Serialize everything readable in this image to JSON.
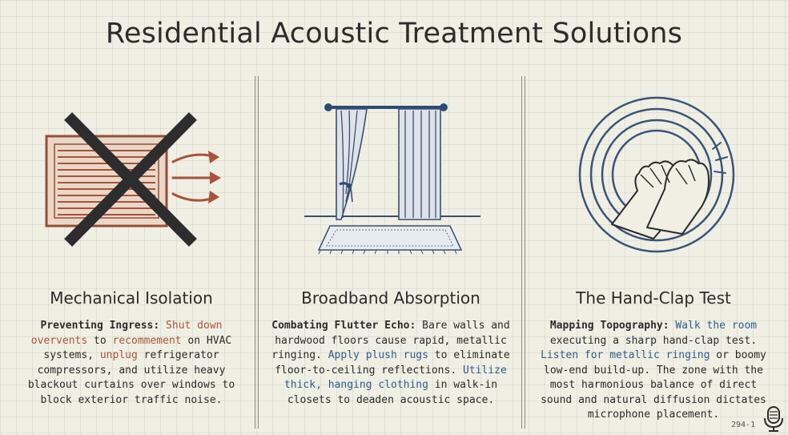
{
  "title": "Residential Acoustic Treatment Solutions",
  "columns": [
    {
      "heading": "Mechanical Isolation",
      "segments": [
        {
          "text": "Preventing Ingress: ",
          "style": "lead"
        },
        {
          "text": "Shut down overvents",
          "style": "acc-red"
        },
        {
          "text": " to ",
          "style": "plain"
        },
        {
          "text": "recommement",
          "style": "acc-red"
        },
        {
          "text": " on HVAC systems, ",
          "style": "plain"
        },
        {
          "text": "unplug",
          "style": "acc-red"
        },
        {
          "text": " refrigerator compressors, and utilize heavy blackout curtains over windows to block exterior traffic noise.",
          "style": "plain"
        }
      ]
    },
    {
      "heading": "Broadband Absorption",
      "segments": [
        {
          "text": "Combating Flutter Echo: ",
          "style": "lead"
        },
        {
          "text": "Bare walls and hardwood floors cause rapid, metallic ringing. ",
          "style": "plain"
        },
        {
          "text": "Apply plush rugs",
          "style": "acc-blue"
        },
        {
          "text": " to eliminate floor-to-ceiling reflections. ",
          "style": "plain"
        },
        {
          "text": "Utilize thick, hanging clothing",
          "style": "acc-blue"
        },
        {
          "text": " in walk-in closets to deaden acoustic space.",
          "style": "plain"
        }
      ]
    },
    {
      "heading": "The Hand-Clap Test",
      "segments": [
        {
          "text": "Mapping Topography: ",
          "style": "lead"
        },
        {
          "text": "Walk the room",
          "style": "acc-blue"
        },
        {
          "text": " executing a sharp hand-clap test. ",
          "style": "plain"
        },
        {
          "text": "Listen for metallic ringing",
          "style": "acc-blue"
        },
        {
          "text": " or boomy low-end build-up. The zone with the most harmonious balance of direct sound and natural diffusion dictates microphone placement.",
          "style": "plain"
        }
      ]
    }
  ],
  "footer_code": "294-1",
  "colors": {
    "accent_red": "#a9533a",
    "accent_blue": "#2f5d8a",
    "ink": "#2b2b2b"
  },
  "icons": [
    "blocked-vent-icon",
    "curtain-rug-icon",
    "hand-clap-icon",
    "microphone-icon"
  ]
}
